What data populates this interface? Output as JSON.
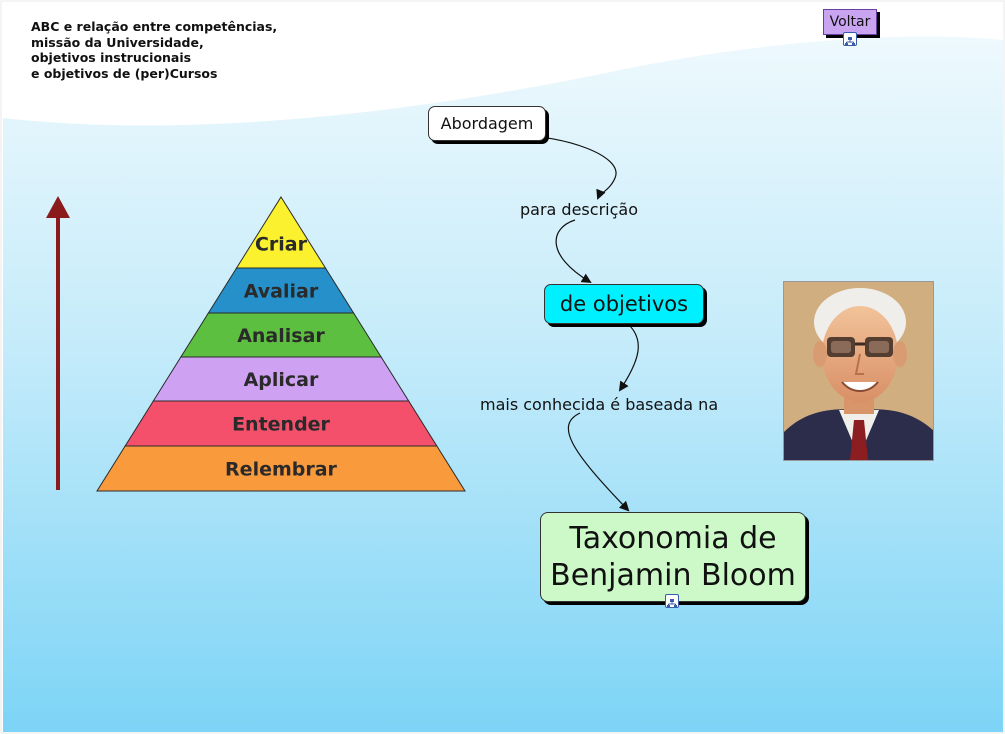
{
  "title": "ABC e relação entre competências,\nmissão da Universidade,\nobjetivos instrucionais\ne objetivos de (per)Cursos",
  "voltar_button": "Voltar",
  "nodes": {
    "abordagem": "Abordagem",
    "objetivos": "de objetivos",
    "taxonomia": "Taxonomia de\nBenjamin Bloom"
  },
  "links": {
    "link1": "para descrição",
    "link2": "mais conhecida é baseada na"
  },
  "pyramid": {
    "levels": [
      "Criar",
      "Avaliar",
      "Analisar",
      "Aplicar",
      "Entender",
      "Relembrar"
    ],
    "colors": [
      "#fbf12e",
      "#2590c9",
      "#5cbf3f",
      "#cfa1f3",
      "#f5506b",
      "#f99a3d"
    ]
  },
  "colors": {
    "background_top": "#e0f5fb",
    "background_bottom": "#7dd4f6",
    "arrow": "#8b1a1a"
  },
  "icons": {
    "map_link": "concept-map-icon",
    "portrait": "photo-portrait"
  }
}
